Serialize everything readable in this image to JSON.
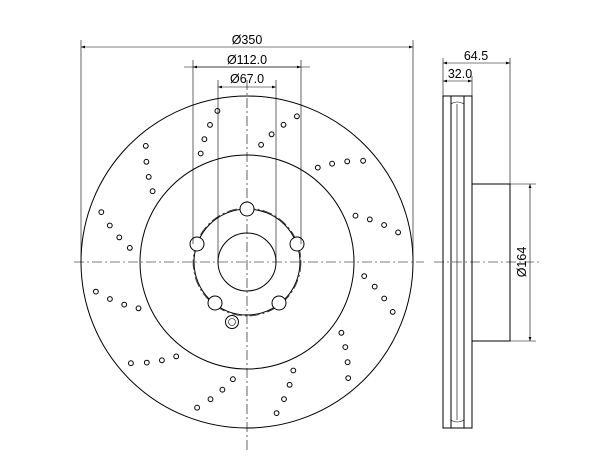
{
  "front_view": {
    "dimensions": {
      "outer_diameter": "Ø350",
      "bolt_circle": "Ø112.0",
      "center_bore": "Ø67.0"
    },
    "bolt_holes": 5
  },
  "side_view": {
    "dimensions": {
      "overall_height": "64.5",
      "disc_thickness": "32.0",
      "hat_diameter": "Ø164"
    }
  }
}
